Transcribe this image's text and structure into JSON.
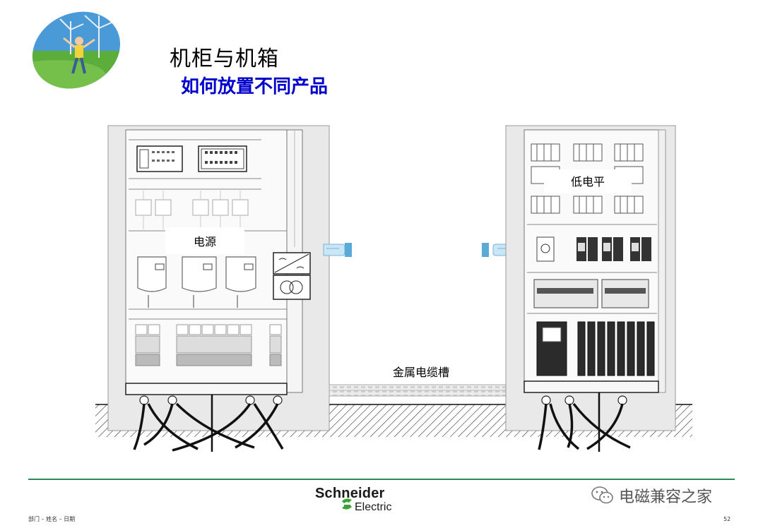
{
  "slide": {
    "title": "机柜与机箱",
    "subtitle": "如何放置不同产品"
  },
  "diagram": {
    "labels": {
      "power": "电源",
      "low_level": "低电平",
      "cable_tray": "金属电缆槽"
    }
  },
  "footer": {
    "brand_name": "Schneider",
    "brand_sub": "Electric",
    "left_text": "部门 – 姓名 – 日期",
    "page_number": "52",
    "watermark": "电磁兼容之家"
  },
  "colors": {
    "title": "#000000",
    "subtitle": "#0000cc",
    "footer_line": "#2e8b57",
    "brand_green": "#3aa335"
  },
  "icons": {
    "logo": "windmill-child-photo-icon",
    "hand_left": "pointing-hand-right-icon",
    "hand_right": "pointing-hand-left-icon",
    "watermark": "wechat-icon"
  }
}
